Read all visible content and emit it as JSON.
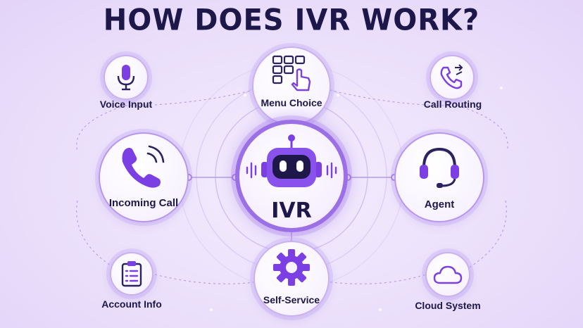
{
  "title": "HOW DOES IVR WORK?",
  "hub": {
    "label": "IVR",
    "icon": "robot-icon"
  },
  "nodes": {
    "menu_choice": {
      "label": "Menu Choice",
      "icon": "keypad-tap-icon"
    },
    "voice_input": {
      "label": "Voice Input",
      "icon": "microphone-icon"
    },
    "call_routing": {
      "label": "Call Routing",
      "icon": "phone-routing-icon"
    },
    "incoming_call": {
      "label": "Incoming Call",
      "icon": "phone-ringing-icon"
    },
    "agent": {
      "label": "Agent",
      "icon": "headset-icon"
    },
    "self_service": {
      "label": "Self-Service",
      "icon": "gear-icon"
    },
    "account_info": {
      "label": "Account Info",
      "icon": "clipboard-icon"
    },
    "cloud_system": {
      "label": "Cloud System",
      "icon": "cloud-icon"
    }
  },
  "colors": {
    "accent": "#7b3fe4",
    "title": "#1d1849",
    "ring": "#c8b0f1"
  }
}
